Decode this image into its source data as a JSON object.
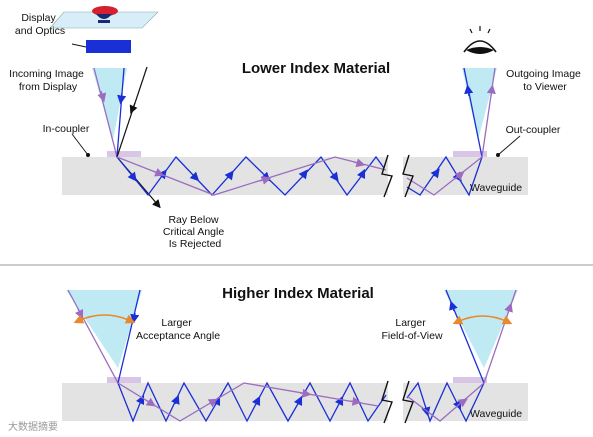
{
  "top": {
    "title": "Lower Index Material",
    "display_optics": [
      "Display",
      "and Optics"
    ],
    "incoming_image": [
      "Incoming Image",
      "from Display"
    ],
    "in_coupler": "In-coupler",
    "ray_rejected": [
      "Ray Below",
      "Critical Angle",
      "Is Rejected"
    ],
    "outgoing_image": [
      "Outgoing Image",
      "to Viewer"
    ],
    "out_coupler": "Out-coupler",
    "waveguide": "Waveguide"
  },
  "bottom": {
    "title": "Higher Index Material",
    "acceptance": [
      "Larger",
      "Acceptance Angle"
    ],
    "fov": [
      "Larger",
      "Field-of-View"
    ],
    "waveguide": "Waveguide"
  },
  "watermark": "大数据摘要",
  "colors": {
    "blue_ray": "#1a2fd6",
    "purple_ray": "#9b6cc0",
    "cone": "#bfeaf3",
    "waveguide": "#e3e3e3",
    "coupler": "#d9c6e6",
    "orange_arc": "#e8892b",
    "display_block": "#1a2fd6"
  },
  "icons": [
    "eye-icon",
    "display-device-icon",
    "break-mark-icon"
  ]
}
